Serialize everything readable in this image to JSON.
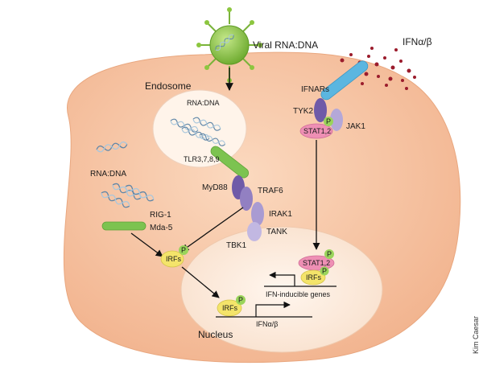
{
  "labels": {
    "viral": "Viral RNA:DNA",
    "ifn": "IFNα/β",
    "endosome": "Endosome",
    "rnadna_endosome": "RNA:DNA",
    "tlr": "TLR3,7,8,9",
    "myd88": "MyD88",
    "traf6": "TRAF6",
    "irak1": "IRAK1",
    "tank": "TANK",
    "tbk1": "TBK1",
    "rnadna_cyto": "RNA:DNA",
    "rig1": "RIG-1",
    "mda5": "Mda-5",
    "irfs_cyto": "IRFs",
    "ifnars": "IFNARs",
    "tyk2": "TYK2",
    "jak1": "JAK1",
    "stat_receptor": "STAT1,2",
    "p": "P",
    "stat_nucleus": "STAT1,2",
    "irfs_nucleus_right": "IRFs",
    "ifn_genes": "IFN-inducible genes",
    "irfs_nucleus_left": "IRFs",
    "ifn_gene": "IFNα/β",
    "nucleus": "Nucleus",
    "credit": "Kim Caesar"
  },
  "colors": {
    "cell": "#f6c7a6",
    "nucleus": "#fdebdc",
    "virus": "#8cc63f",
    "receptor_blue": "#5bb6e0",
    "purple": "#6f5aa8",
    "lavender": "#b4a8d8",
    "pink": "#ee8fb4",
    "yellow": "#f4e46a",
    "green_p": "#9ad45b",
    "green_bar": "#7cc350",
    "ifn_dots": "#9b1c2c"
  }
}
